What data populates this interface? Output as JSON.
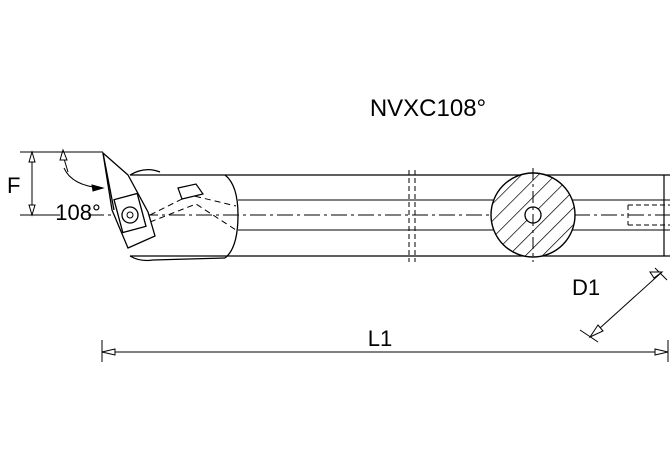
{
  "drawing": {
    "title": "NVXC108°",
    "labels": {
      "F": "F",
      "angle": "108°",
      "D1": "D1",
      "L1": "L1"
    }
  }
}
